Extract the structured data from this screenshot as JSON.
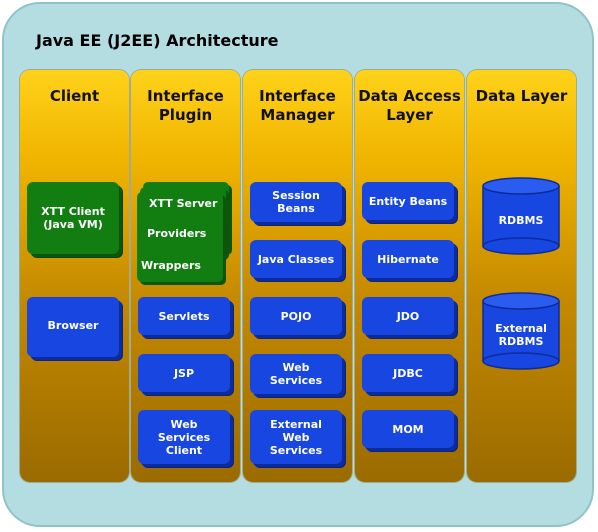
{
  "title": "Java EE (J2EE) Architecture",
  "columns": [
    {
      "heading": "Client",
      "items": [
        "XTT Client\n(Java VM)",
        "Browser"
      ]
    },
    {
      "heading": "Interface\nPlugin",
      "stack": [
        "XTT Server",
        "Providers",
        "Wrappers"
      ],
      "items": [
        "Servlets",
        "JSP",
        "Web\nServices\nClient"
      ]
    },
    {
      "heading": "Interface\nManager",
      "items": [
        "Session\nBeans",
        "Java Classes",
        "POJO",
        "Web\nServices",
        "External\nWeb\nServices"
      ]
    },
    {
      "heading": "Data Access\nLayer",
      "items": [
        "Entity Beans",
        "Hibernate",
        "JDO",
        "JDBC",
        "MOM"
      ]
    },
    {
      "heading": "Data Layer",
      "databases": [
        "RDBMS",
        "External\nRDBMS"
      ]
    }
  ],
  "colors": {
    "background": "#b4dde1",
    "column": "#f0b400",
    "blue_box": "#1846e0",
    "green_box": "#127e12"
  }
}
